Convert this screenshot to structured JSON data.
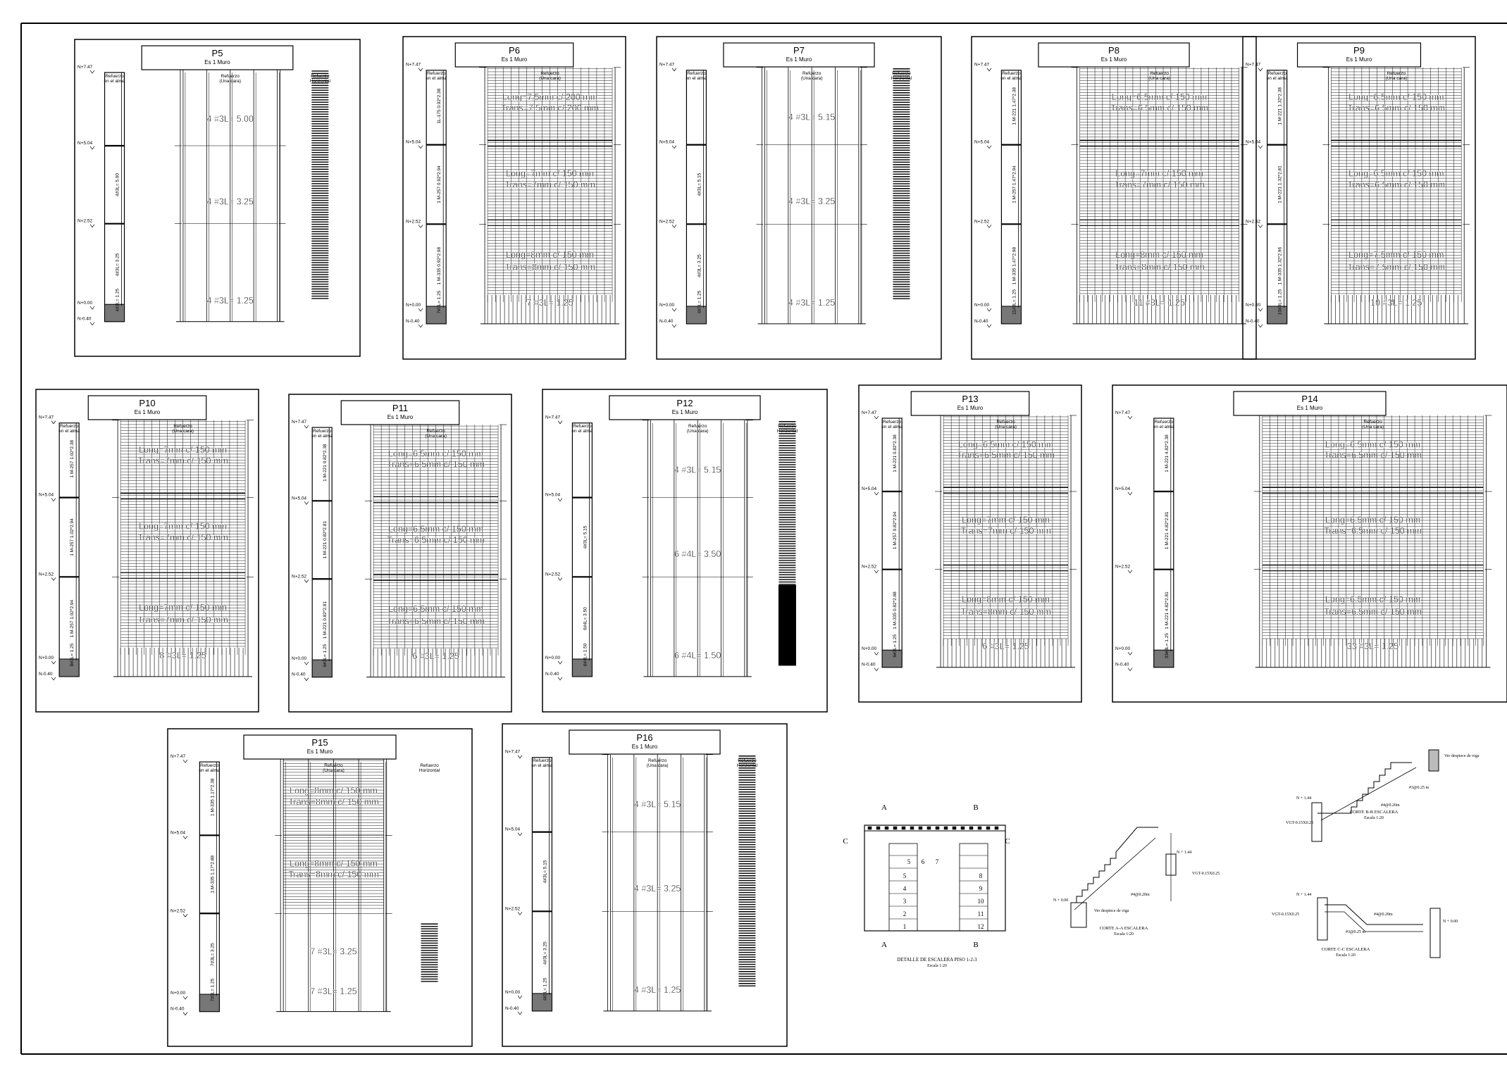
{
  "sheet": {
    "labels": {
      "subtitle": "Es 1 Muro",
      "alma": [
        "Refuerzo",
        "en el alma"
      ],
      "cara": [
        "Refuerzo",
        "(Una cara)"
      ],
      "horizontal": [
        "Refuerzo",
        "Horizontal"
      ]
    },
    "levels": [
      "N+7.47",
      "N+5.04",
      "N+2.52",
      "N+0.00",
      "N-0.40"
    ]
  },
  "panels": [
    {
      "id": "P5",
      "title": "P5",
      "type": "bars",
      "horiz": true,
      "footBars": false,
      "segTexts": [
        "4 #3L= 5.00",
        "4 #3L= 3.25",
        "4 #3L= 1.25"
      ],
      "almaTexts": [
        "",
        "4#3L= 5.00",
        "4#3L= 3.25",
        "4#3L= 1.25"
      ]
    },
    {
      "id": "P6",
      "title": "P6",
      "type": "mesh",
      "horiz": false,
      "footBars": true,
      "segTexts": [
        "Long=7.5mm c/ 200 mm",
        "Trans=7.5mm c/ 200 mm",
        "Long=7mm c/ 150 mm",
        "Trans=7mm c/ 150 mm",
        "Long=8mm c/ 150 mm",
        "Trans=8mm c/ 150 mm",
        "7 #3L= 1.25"
      ],
      "almaTexts": [
        "1L-175 0.92*2.38",
        "1 M-257 0.92*2.94",
        "1 M-335 0.92*2.98",
        "7#3L= 1.25"
      ]
    },
    {
      "id": "P7",
      "title": "P7",
      "type": "bars",
      "horiz": true,
      "footBars": false,
      "segTexts": [
        "4 #3L= 5.15",
        "4 #3L= 3.25",
        "4 #3L= 1.25"
      ],
      "almaTexts": [
        "",
        "4#3L= 5.15",
        "4#3L= 3.25",
        "4#3L= 1.25"
      ]
    },
    {
      "id": "P8",
      "title": "P8",
      "type": "mesh",
      "horiz": false,
      "footBars": true,
      "segTexts": [
        "Long=6.5mm c/ 150 mm",
        "Trans=6.5mm c/ 150 mm",
        "Long=7mm c/ 150 mm",
        "Trans=7mm c/ 150 mm",
        "Long=8mm c/ 150 mm",
        "Trans=8mm c/ 150 mm",
        "11 #3L= 1.25"
      ],
      "almaTexts": [
        "1 M-221 1.47*2.38",
        "1 M-257 1.47*2.94",
        "1 M-335 1.47*2.98",
        "11#3L= 1.25"
      ]
    },
    {
      "id": "P9",
      "title": "P9",
      "type": "mesh",
      "horiz": false,
      "footBars": true,
      "segTexts": [
        "Long=6.5mm c/ 150 mm",
        "Trans=6.5mm c/ 150 mm",
        "Long=6.5mm c/ 150 mm",
        "Trans=6.5mm c/ 150 mm",
        "Long=7.5mm c/ 150 mm",
        "Trans=7.5mm c/ 150 mm",
        "10 #3L= 1.25"
      ],
      "almaTexts": [
        "1 M-221 1.32*2.38",
        "1 M-221 1.32*2.81",
        "1 M-335 1.32*2.96",
        "10#3L= 1.25"
      ]
    },
    {
      "id": "P10",
      "title": "P10",
      "type": "mesh",
      "horiz": false,
      "footBars": true,
      "segTexts": [
        "Long=7mm c/ 150 mm",
        "Trans=7mm c/ 150 mm",
        "Long=7mm c/ 150 mm",
        "Trans=7mm c/ 150 mm",
        "Long=7mm c/ 150 mm",
        "Trans=7mm c/ 150 mm",
        "8 #3L= 1.25"
      ],
      "almaTexts": [
        "1 M-257 1.02*2.38",
        "1 M-257 1.02*2.94",
        "1 M-257 1.02*2.94",
        "8#3L= 1.25"
      ]
    },
    {
      "id": "P11",
      "title": "P11",
      "type": "mesh",
      "horiz": false,
      "footBars": true,
      "segTexts": [
        "Long=6.5mm c/ 150 mm",
        "Trans=6.5mm c/ 150 mm",
        "Long=6.5mm c/ 150 mm",
        "Trans=6.5mm c/ 150 mm",
        "Long=6.5mm c/ 150 mm",
        "Trans=6.5mm c/ 150 mm",
        "6 #3L= 1.25"
      ],
      "almaTexts": [
        "1 M-221 0.82*2.38",
        "1 M-221 0.82*2.81",
        "1 M-221 0.82*2.81",
        "6#3L= 1.25"
      ]
    },
    {
      "id": "P12",
      "title": "P12",
      "type": "bars",
      "horiz": true,
      "footBars": false,
      "segTexts": [
        "4 #3L= 5.15",
        "6 #4L= 3.50",
        "6 #4L= 1.50"
      ],
      "almaTexts": [
        "",
        "4#3L= 5.15",
        "6#4L= 3.50",
        "6#4L= 1.50"
      ]
    },
    {
      "id": "P13",
      "title": "P13",
      "type": "mesh",
      "horiz": false,
      "footBars": true,
      "segTexts": [
        "Long=6.5mm c/ 150 mm",
        "Trans=6.5mm c/ 150 mm",
        "Long=7mm c/ 150 mm",
        "Trans=7mm c/ 150 mm",
        "Long=8mm c/ 150 mm",
        "Trans=8mm c/ 150 mm",
        "6 #3L= 1.25"
      ],
      "almaTexts": [
        "1 M-221 0.82*2.38",
        "1 M-257 0.82*2.94",
        "1 M-335 0.82*2.88",
        "6#3L= 1.25"
      ]
    },
    {
      "id": "P14",
      "title": "P14",
      "type": "mesh",
      "horiz": false,
      "footBars": true,
      "segTexts": [
        "Long=6.5mm c/ 150 mm",
        "Trans=6.5mm c/ 150 mm",
        "Long=6.5mm c/ 150 mm",
        "Trans=6.5mm c/ 150 mm",
        "Long=6.5mm c/ 150 mm",
        "Trans=6.5mm c/ 150 mm",
        "33 #3L= 1.25"
      ],
      "almaTexts": [
        "1 M-221 4.82*2.38",
        "1 M-221 4.82*2.81",
        "1 M-221 4.82*2.81",
        "33#3L= 1.25"
      ]
    },
    {
      "id": "P15",
      "title": "P15",
      "type": "mixed",
      "horiz": true,
      "footBars": false,
      "segTexts": [
        "Long=8mm c/ 150 mm",
        "Trans=8mm c/ 150 mm",
        "Long=8mm c/ 150 mm",
        "Trans=8mm c/ 150 mm",
        "7 #3L= 3.25",
        "7 #3L= 1.25"
      ],
      "almaTexts": [
        "1 M-335 1.17*2.38",
        "1 M-335 1.17*2.88",
        "7#3L= 3.25",
        "7#3L= 1.25"
      ]
    },
    {
      "id": "P16",
      "title": "P16",
      "type": "bars",
      "horiz": true,
      "footBars": false,
      "segTexts": [
        "4 #3L= 5.15",
        "4 #3L= 3.25",
        "4 #3L= 1.25"
      ],
      "almaTexts": [
        "",
        "4#3L= 5.15",
        "4#3L= 3.25",
        "4#3L= 1.25"
      ]
    }
  ],
  "stair": {
    "plan": {
      "title": "DETALLE DE ESCALERA PISO 1-2-3",
      "scale": "Escala 1:20",
      "cuts": [
        "A",
        "A",
        "B",
        "B",
        "C",
        "C"
      ],
      "steps": [
        "1",
        "2",
        "3",
        "4",
        "5",
        "6",
        "7",
        "8",
        "9",
        "10",
        "11",
        "12"
      ]
    },
    "cutA": {
      "title": "CORTE A-A ESCALERA",
      "scale": "Escala 1:20",
      "labels": [
        "N + 0.00",
        "N + 1.44",
        "Ver despiece de viga",
        "#4@0.20m",
        "VGT-0.15X0.25"
      ]
    },
    "cutB": {
      "title": "CORTE B-B ESCALERA",
      "scale": "Escala 1:20",
      "labels": [
        "N + 1.44",
        "VGT-0.15X0.25",
        "Ver despiece de viga",
        "#4@0.20m",
        "#3@0.25 m"
      ]
    },
    "cutC": {
      "title": "CORTE C-C ESCALERA",
      "scale": "Escala 1:20",
      "labels": [
        "N + 1.44",
        "N + 0.00",
        "VGT-0.15X0.25",
        "#4@0.20m",
        "#3@0.25 m"
      ]
    }
  }
}
